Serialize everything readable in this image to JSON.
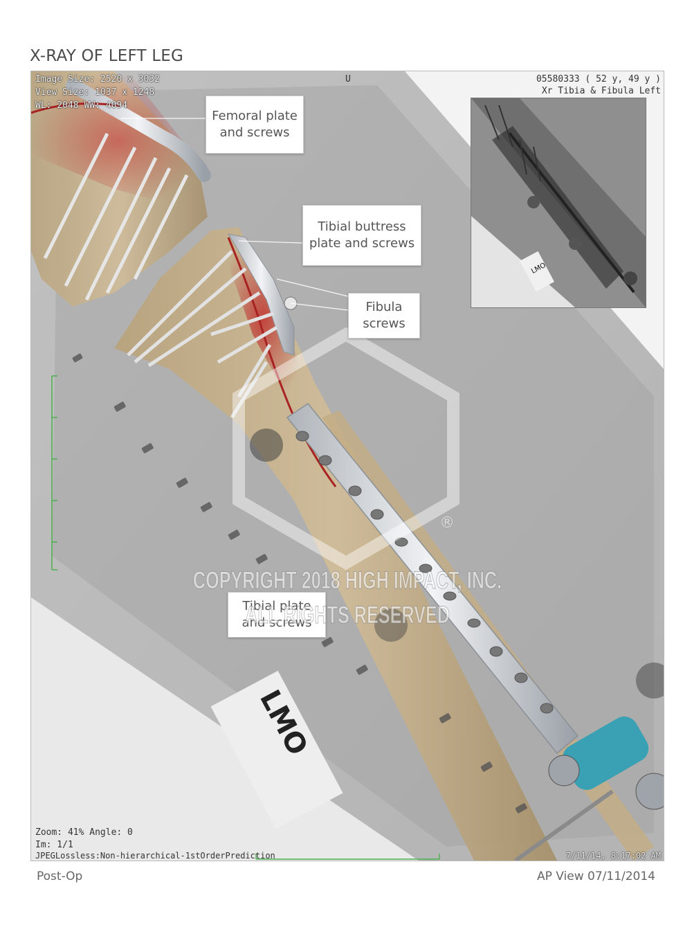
{
  "page": {
    "title": "X-RAY OF LEFT LEG",
    "footer_left": "Post-Op",
    "footer_right": "AP View 07/11/2014"
  },
  "overlay": {
    "image_size": "Image Size: 2520 x 3032",
    "view_size": "View Size: 1037 x 1248",
    "wl": "WL: 2048 WW: 4094",
    "orientation_top": "U",
    "patient_id": "05580333 ( 52 y, 49 y )",
    "study": "Xr Tibia & Fibula Left",
    "zoom": "Zoom: 41% Angle: 0",
    "image_index": "Im: 1/1",
    "compression": "JPEGLossless:Non-hierarchical-1stOrderPrediction",
    "timestamp": "7/11/14, 8:17:02 AM"
  },
  "callouts": {
    "femoral": "Femoral plate\nand screws",
    "tibial_buttress": "Tibial buttress\nplate and screws",
    "fibula": "Fibula\nscrews",
    "tibial_plate": "Tibial plate\nand screws"
  },
  "marker": {
    "text": "LMO"
  },
  "watermark": {
    "line1": "COPYRIGHT 2018 HIGH IMPACT, INC.",
    "line2": "ALL RIGHTS RESERVED",
    "symbol": "®"
  },
  "colors": {
    "bone": "#c8b38d",
    "artery": "#b01e1e",
    "implant": "#d9dde2",
    "fixator": "#3aa0b4"
  }
}
